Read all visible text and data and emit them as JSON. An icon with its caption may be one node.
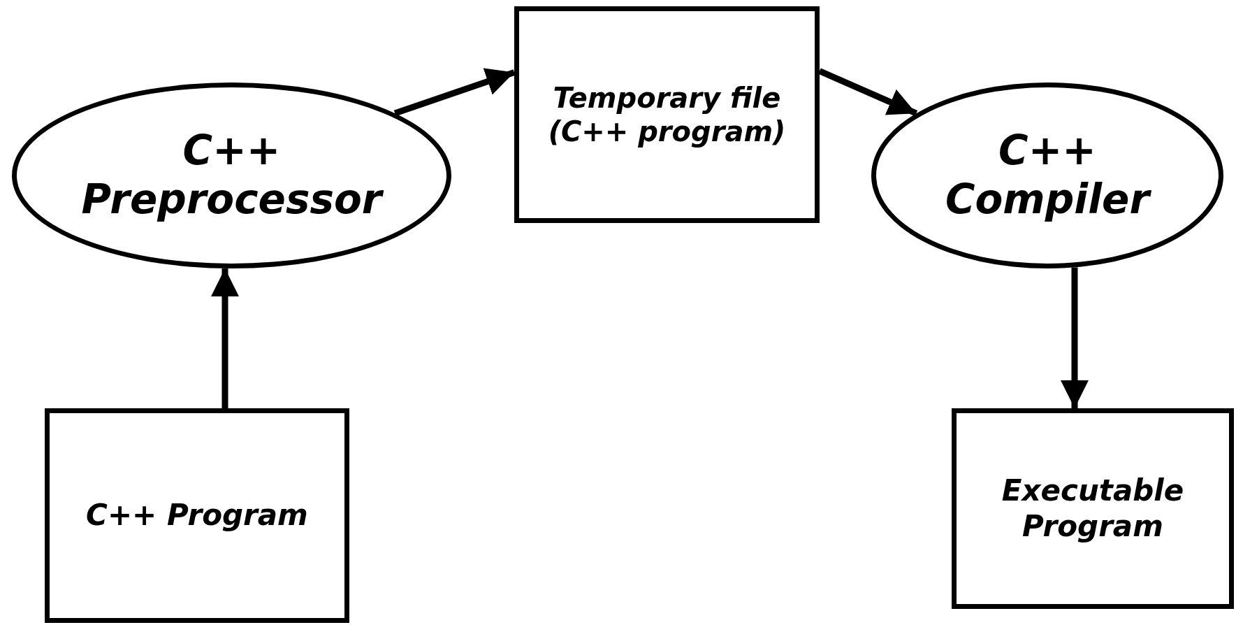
{
  "diagram": {
    "nodes": [
      {
        "text": [
          "C++ Preprocessor"
        ]
      },
      {
        "text": [
          "Temporary file (C++ program)"
        ]
      },
      {
        "text": [
          "C++ Compiler"
        ]
      },
      {
        "text": [
          "C++ Program"
        ]
      },
      {
        "text": [
          "Executable Program"
        ]
      }
    ],
    "edges": [
      {
        "from": 3,
        "to": 0,
        "arrow": "to"
      },
      {
        "from": 0,
        "to": 1,
        "arrow": "to"
      },
      {
        "from": 1,
        "to": 2,
        "arrow": "to"
      },
      {
        "from": 2,
        "to": 4,
        "arrow": "to"
      }
    ]
  }
}
